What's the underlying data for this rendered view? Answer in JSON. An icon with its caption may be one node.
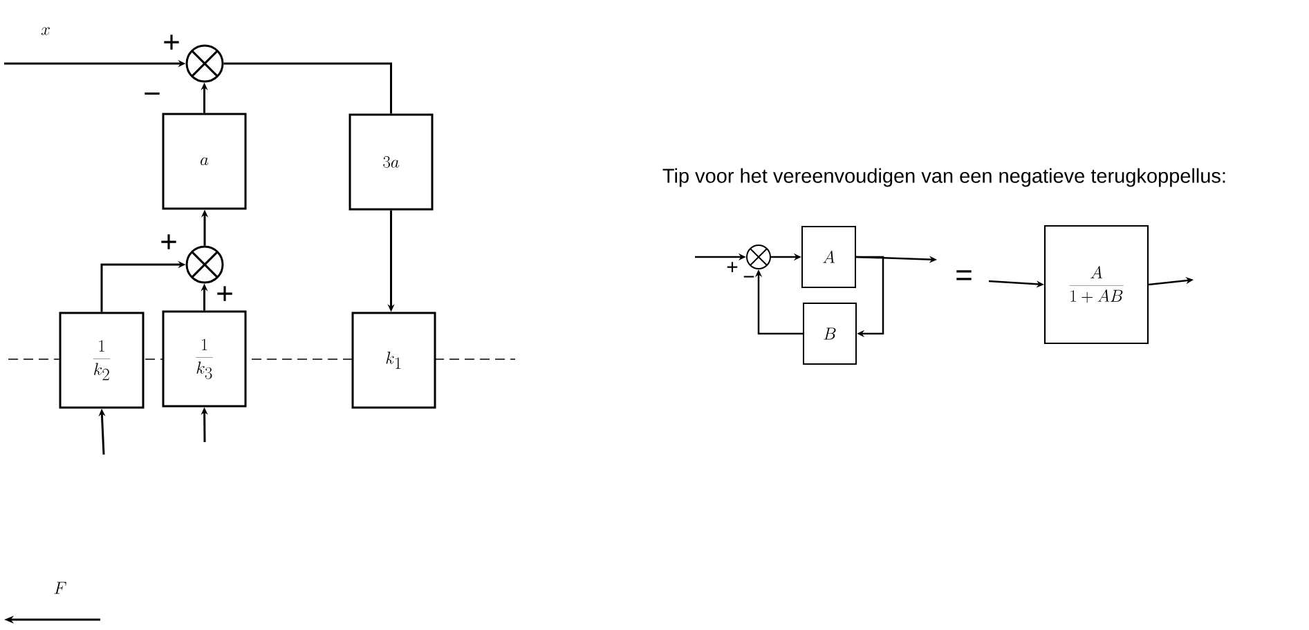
{
  "diagram": {
    "nodes": [
      {
        "text": [],
        "shape": "circle"
      },
      {
        "text": [
          "a"
        ]
      },
      {
        "text": [
          "3a"
        ]
      },
      {
        "text": [],
        "shape": "circle"
      },
      {
        "text": [
          "\\frac{1}{k_2}"
        ]
      },
      {
        "text": [
          "\\frac{1}{k_3}"
        ]
      },
      {
        "text": [
          "k_1"
        ]
      },
      {
        "text": [],
        "shape": "circle"
      },
      {
        "text": [
          "A"
        ]
      },
      {
        "text": [
          "B"
        ]
      },
      {
        "text": [
          "\\frac{A}{1+AB}"
        ]
      }
    ],
    "edges": [
      {
        "from": null,
        "to": 0,
        "arrow": "to"
      },
      {
        "from": 0,
        "to": 2,
        "arrow": "none"
      },
      {
        "from": 1,
        "to": 0,
        "arrow": "to"
      },
      {
        "from": 3,
        "to": 1,
        "arrow": "to"
      },
      {
        "from": 4,
        "to": 3,
        "arrow": "to"
      },
      {
        "from": 5,
        "to": 3,
        "arrow": "to"
      },
      {
        "from": 2,
        "to": 6,
        "arrow": "to"
      },
      {
        "from": null,
        "to": 4,
        "arrow": "to"
      },
      {
        "from": null,
        "to": 5,
        "arrow": "to"
      },
      {
        "from": null,
        "to": 7,
        "arrow": "to"
      },
      {
        "from": 7,
        "to": 8,
        "arrow": "to"
      },
      {
        "from": 8,
        "to": null,
        "arrow": "to"
      },
      {
        "from": 8,
        "to": 9,
        "arrow": "to"
      },
      {
        "from": 9,
        "to": 7,
        "arrow": "to"
      },
      {
        "from": null,
        "to": 10,
        "arrow": "to"
      },
      {
        "from": 10,
        "to": null,
        "arrow": "to"
      }
    ],
    "labels": [
      "x",
      "+",
      "−",
      "+",
      "+",
      "Tip voor het vereenvoudigen van een negatieve terugkoppellus:",
      "+",
      "−",
      "=",
      "F"
    ]
  }
}
